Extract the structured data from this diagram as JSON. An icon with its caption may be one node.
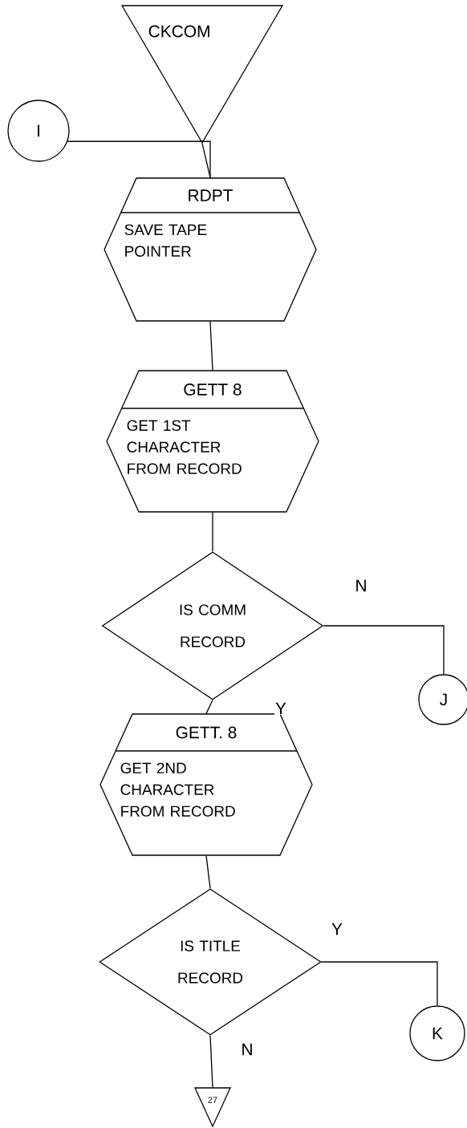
{
  "diagram": {
    "nodes": [
      {
        "text": [
          "CKCOM"
        ]
      },
      {
        "text": [
          "I"
        ]
      },
      {
        "text": [
          "RDPT",
          "SAVE TAPE POINTER"
        ]
      },
      {
        "text": [
          "GETT 8",
          "GET 1ST CHARACTER FROM RECORD"
        ]
      },
      {
        "text": [
          "IS COMM RECORD"
        ]
      },
      {
        "text": [
          "J"
        ]
      },
      {
        "text": [
          "GETT. 8",
          "GET 2ND CHARACTER FROM RECORD"
        ]
      },
      {
        "text": [
          "IS TITLE RECORD"
        ]
      },
      {
        "text": [
          "K"
        ]
      },
      {
        "text": [
          "27"
        ]
      }
    ],
    "edges": [
      {
        "from": 0,
        "to": 2,
        "arrow": "none"
      },
      {
        "from": 1,
        "to": 2,
        "arrow": "none"
      },
      {
        "from": 2,
        "to": 3,
        "arrow": "none"
      },
      {
        "from": 3,
        "to": 4,
        "arrow": "none"
      },
      {
        "from": 4,
        "to": 5,
        "arrow": "none",
        "label": "N"
      },
      {
        "from": 4,
        "to": 6,
        "arrow": "none",
        "label": "Y"
      },
      {
        "from": 6,
        "to": 7,
        "arrow": "none"
      },
      {
        "from": 7,
        "to": 8,
        "arrow": "none",
        "label": "Y"
      },
      {
        "from": 7,
        "to": 9,
        "arrow": "none",
        "label": "N"
      }
    ]
  }
}
